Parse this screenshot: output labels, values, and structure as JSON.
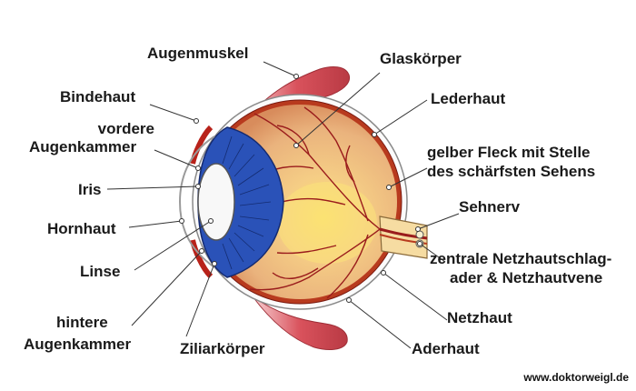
{
  "labels": {
    "augenmuskel": "Augenmuskel",
    "bindehaut": "Bindehaut",
    "vordere_augenkammer_1": "vordere",
    "vordere_augenkammer_2": "Augenkammer",
    "iris": "Iris",
    "hornhaut": "Hornhaut",
    "linse": "Linse",
    "hintere_augenkammer_1": "hintere",
    "hintere_augenkammer_2": "Augenkammer",
    "ziliarkoerper": "Ziliarkörper",
    "glaskoerper": "Glaskörper",
    "lederhaut": "Lederhaut",
    "gelber_fleck_1": "gelber Fleck mit Stelle",
    "gelber_fleck_2": "des schärfsten Sehens",
    "sehnerv": "Sehnerv",
    "zentrale_1": "zentrale Netzhautschlag-",
    "zentrale_2": "ader & Netzhautvene",
    "netzhaut": "Netzhaut",
    "aderhaut": "Aderhaut"
  },
  "source": "www.doktorweigl.de",
  "colors": {
    "iris": "#2a52b8",
    "vitreous": "#f3c48a",
    "macula": "#f6e56a",
    "vessels": "#9a1c1c",
    "muscle": "#d8646a"
  }
}
